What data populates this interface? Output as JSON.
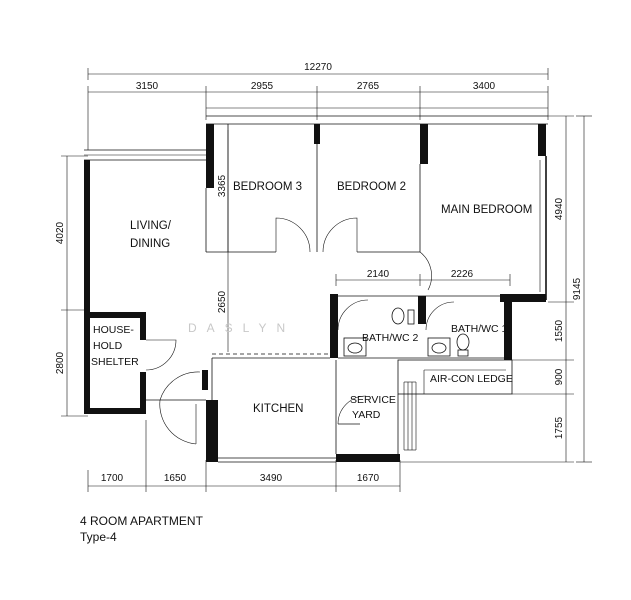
{
  "dimensions": {
    "overall_width": "12270",
    "top": [
      "3150",
      "2955",
      "2765",
      "3400"
    ],
    "bottom": [
      "1700",
      "1650",
      "3490",
      "1670"
    ],
    "left": [
      "4020",
      "2800"
    ],
    "right_inner": [
      "4940",
      "1550",
      "900",
      "1755"
    ],
    "right_overall": "9145",
    "bedroom3_depth": "3365",
    "living_depth": "2650",
    "bath2_width": "2140",
    "bath1_width": "2226"
  },
  "rooms": {
    "bedroom3": "BEDROOM 3",
    "bedroom2": "BEDROOM 2",
    "main_bedroom": "MAIN BEDROOM",
    "living_line1": "LIVING/",
    "living_line2": "DINING",
    "shelter_line1": "HOUSE-",
    "shelter_line2": "HOLD",
    "shelter_line3": "SHELTER",
    "bath2": "BATH/WC 2",
    "bath1": "BATH/WC 1",
    "aircon": "AIR-CON LEDGE",
    "kitchen": "KITCHEN",
    "service_line1": "SERVICE",
    "service_line2": "YARD"
  },
  "watermark": "DASLYN",
  "caption": {
    "title": "4 ROOM APARTMENT",
    "type": "Type-4"
  }
}
